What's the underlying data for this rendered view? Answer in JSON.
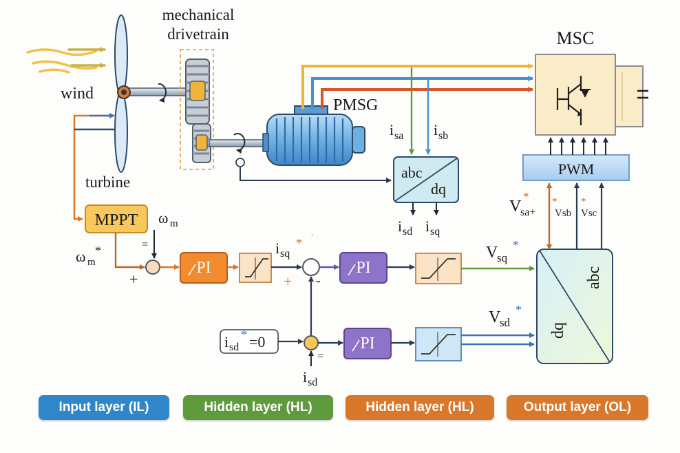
{
  "labels": {
    "mechanical": "mechanical",
    "drivetrain": "drivetrain",
    "wind": "wind",
    "turbine": "turbine",
    "pmsg": "PMSG",
    "msc": "MSC",
    "pwm": "PWM",
    "mppt": "MPPT",
    "pi": "PI",
    "i": "i",
    "sa": "sa",
    "sb": "sb",
    "sd": "sd",
    "sq": "sq",
    "abc": "abc",
    "dq": "dq",
    "omega": "ω",
    "m": "m",
    "star": "*",
    "V": "V",
    "sa_plus": "sa+",
    "vsb": "Vsb",
    "vsc": "Vsc",
    "eq_zero": "=0",
    "plus": "+",
    "minus": "-",
    "equals": "="
  },
  "legend": [
    {
      "label": "Input layer (IL)",
      "color": "#2f86c9"
    },
    {
      "label": "Hidden layer (HL)",
      "color": "#5f9a3c"
    },
    {
      "label": "Hidden layer (HL)",
      "color": "#d9772b"
    },
    {
      "label": "Output layer (OL)",
      "color": "#d9772b"
    }
  ]
}
